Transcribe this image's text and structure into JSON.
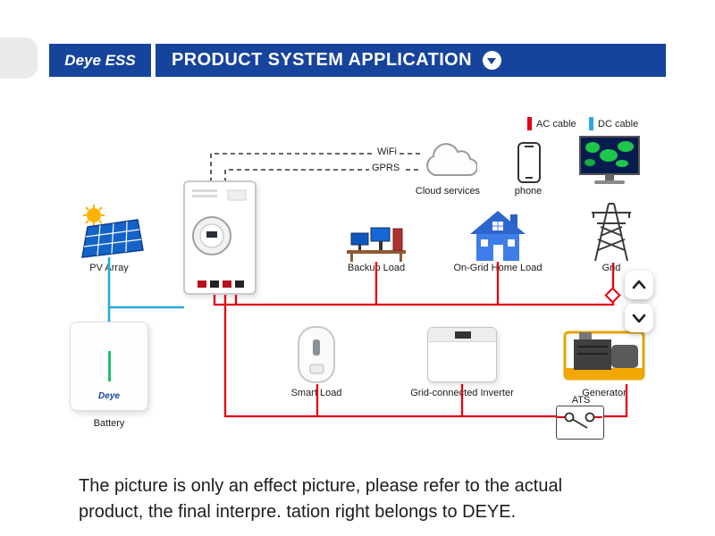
{
  "header": {
    "logo": "Deye ESS",
    "title": "PRODUCT SYSTEM APPLICATION"
  },
  "legend": {
    "ac_label": "AC cable",
    "dc_label": "DC cable"
  },
  "comms": {
    "wifi": "WiFi",
    "gprs": "GPRS",
    "cloud": "Cloud services",
    "phone": "phone"
  },
  "nodes": {
    "pv": "PV Array",
    "backup": "Backup Load",
    "ongrid": "On-Grid Home Load",
    "grid": "Grid",
    "battery": "Battery",
    "battery_brand": "Deye",
    "smart": "Smart Load",
    "gci": "Grid-connected Inverter",
    "generator": "Generator",
    "ats": "ATS"
  },
  "colors": {
    "ac_cable": "#e60012",
    "dc_cable": "#29a8e0",
    "header_blue": "#16439c"
  },
  "footer": {
    "line1": "The picture is only an effect picture, please refer to the actual",
    "line2": "product, the final interpre. tation right belongs to DEYE."
  }
}
